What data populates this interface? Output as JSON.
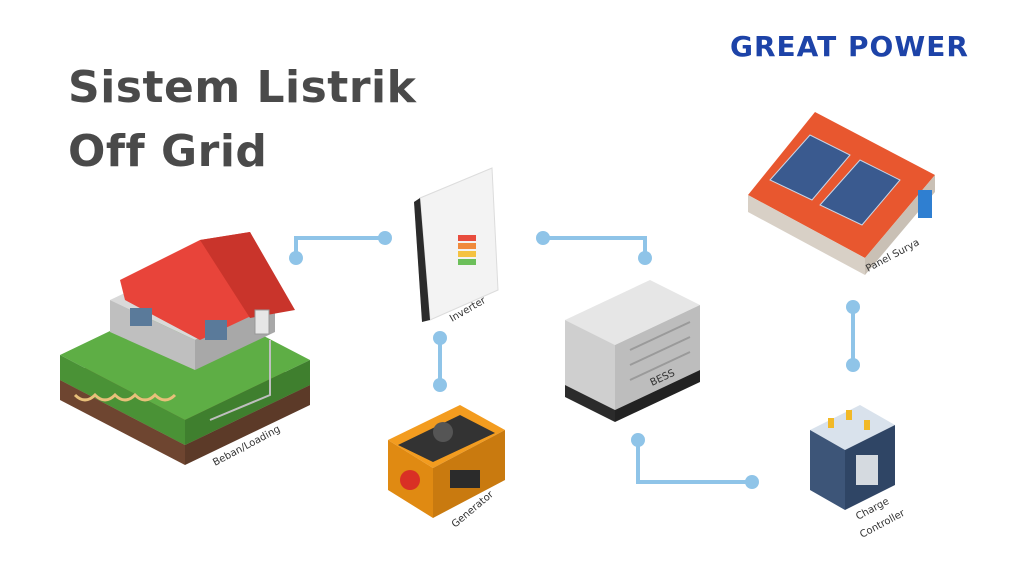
{
  "title": {
    "line1": "Sistem Listrik",
    "line2": "Off Grid"
  },
  "brand": {
    "name": "GREAT POWER",
    "color": "#1d43a8"
  },
  "nodes": {
    "load": "Beban/Loading",
    "inverter": "Inverter",
    "generator": "Generator",
    "bess": "BESS",
    "panel": "Panel Surya",
    "charge_line1": "Charge",
    "charge_line2": "Controller"
  },
  "colors": {
    "connector": "#8fc4e8",
    "title": "#4a4a4a"
  }
}
